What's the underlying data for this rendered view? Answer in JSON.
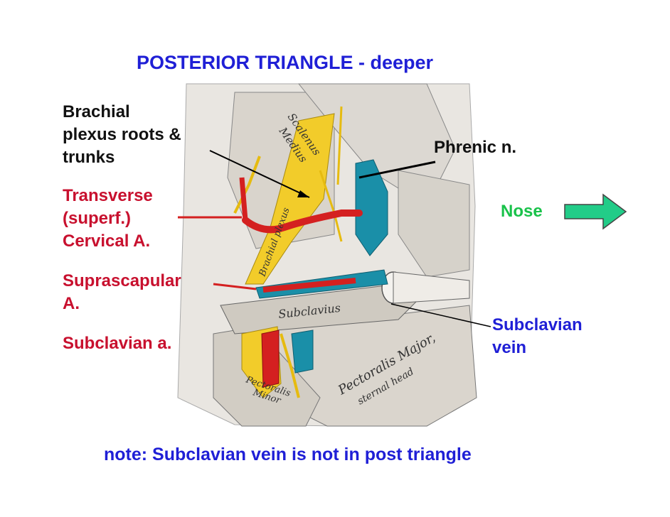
{
  "title": "POSTERIOR TRIANGLE - deeper",
  "labels": {
    "brachial": "Brachial\nplexus roots &\ntrunks",
    "transverse": "Transverse\n(superf.)\nCervical  A.",
    "suprascapular": "Suprascapular\nA.",
    "subclavian_artery": "Subclavian a.",
    "phrenic": "Phrenic n.",
    "nose": "Nose",
    "subclavian_vein": "Subclavian\nvein"
  },
  "illustration_text": {
    "scalenus": "Scalenus",
    "medius": "Medius",
    "brachial_plexus": "Brachial plexus",
    "subclavius": "Subclavius",
    "pectoralis_major": "Pectoralis Major,",
    "sternal_head": "sternal head",
    "pectoralis": "Pectoralis",
    "minor": "Minor"
  },
  "note": "note: Subclavian vein is not in post triangle",
  "colors": {
    "title": "#1f1fd6",
    "black_label": "#111111",
    "red_label": "#c8102e",
    "green_label": "#19c24a",
    "artery": "#d42020",
    "nerve": "#f2cc2a",
    "vein": "#1a8fa8"
  },
  "icons": [
    "right-arrow-icon"
  ]
}
